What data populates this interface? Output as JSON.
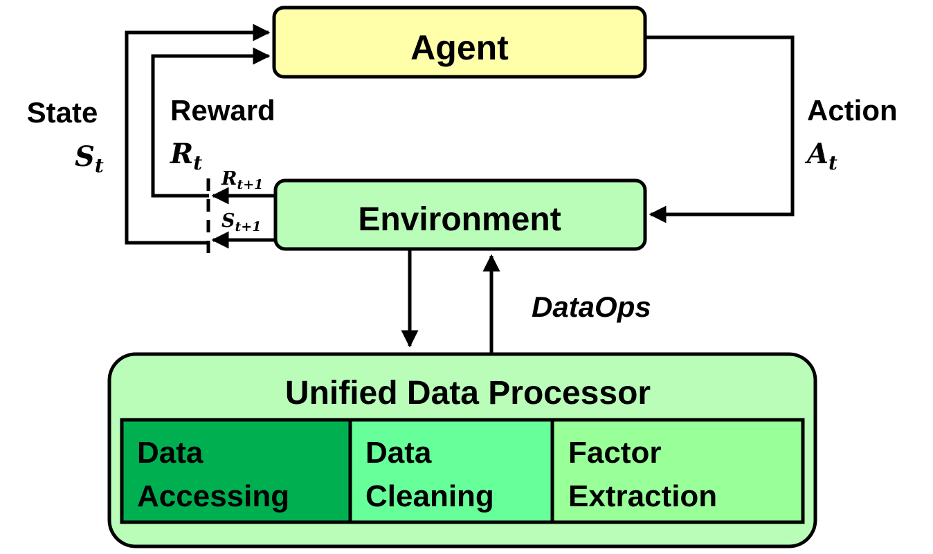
{
  "agent": {
    "title": "Agent",
    "fill": "#FFFFAA"
  },
  "environment": {
    "title": "Environment",
    "fill": "#B9FDB9"
  },
  "state": {
    "word": "State",
    "symbol": "S",
    "sub": "t"
  },
  "reward": {
    "word": "Reward",
    "symbol": "R",
    "sub": "t"
  },
  "action": {
    "word": "Action",
    "symbol": "A",
    "sub": "t"
  },
  "next_reward": {
    "symbol": "R",
    "sub": "t+1"
  },
  "next_state": {
    "symbol": "S",
    "sub": "t+1"
  },
  "dataops": {
    "label": "DataOps"
  },
  "processor": {
    "title": "Unified Data Processor",
    "fill": "#B9FDB9",
    "modules": [
      {
        "line1": "Data",
        "line2": "Accessing",
        "fill": "#00AF50"
      },
      {
        "line1": "Data",
        "line2": "Cleaning",
        "fill": "#66FF99"
      },
      {
        "line1": "Factor",
        "line2": "Extraction",
        "fill": "#99FF99"
      }
    ]
  }
}
